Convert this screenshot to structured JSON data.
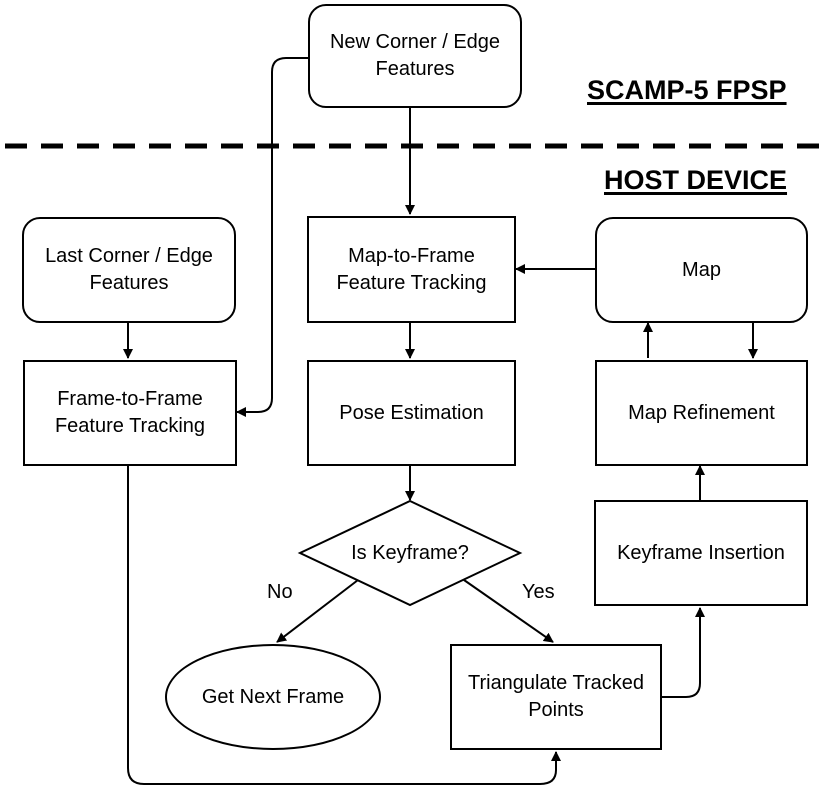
{
  "diagram": {
    "headings": {
      "fpsp": "SCAMP-5 FPSP",
      "host": "HOST DEVICE"
    },
    "nodes": {
      "new_features": "New Corner / Edge Features",
      "last_features": "Last Corner / Edge Features",
      "map_to_frame": "Map-to-Frame Feature Tracking",
      "map": "Map",
      "frame_to_frame": "Frame-to-Frame Feature Tracking",
      "pose_estimation": "Pose Estimation",
      "map_refinement": "Map Refinement",
      "is_keyframe": "Is Keyframe?",
      "keyframe_insertion": "Keyframe Insertion",
      "get_next_frame": "Get Next Frame",
      "triangulate": "Triangulate Tracked Points"
    },
    "edge_labels": {
      "no": "No",
      "yes": "Yes"
    },
    "colors": {
      "stroke": "#000000",
      "background": "#ffffff"
    }
  }
}
